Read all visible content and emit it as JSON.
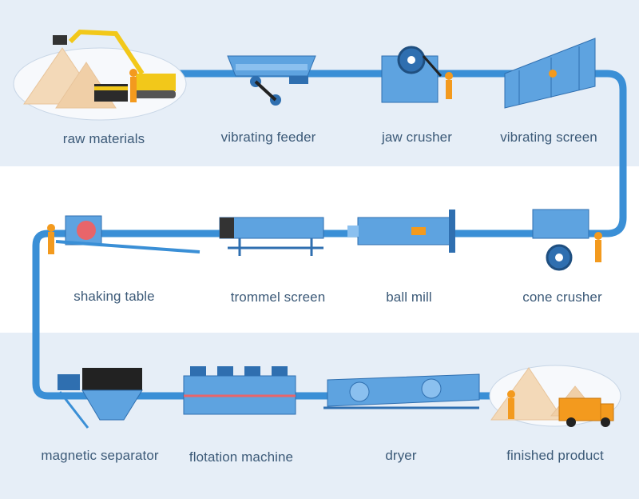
{
  "stages": [
    {
      "id": "raw_materials",
      "label": "raw materials"
    },
    {
      "id": "vibrating_feeder",
      "label": "vibrating feeder"
    },
    {
      "id": "jaw_crusher",
      "label": "jaw crusher"
    },
    {
      "id": "vibrating_screen",
      "label": "vibrating screen"
    },
    {
      "id": "cone_crusher",
      "label": "cone crusher"
    },
    {
      "id": "ball_mill",
      "label": "ball mill"
    },
    {
      "id": "trommel_screen",
      "label": "trommel screen"
    },
    {
      "id": "shaking_table",
      "label": "shaking table"
    },
    {
      "id": "magnetic_separator",
      "label": "magnetic separator"
    },
    {
      "id": "flotation_machine",
      "label": "flotation machine"
    },
    {
      "id": "dryer",
      "label": "dryer"
    },
    {
      "id": "finished_product",
      "label": "finished product"
    }
  ],
  "colors": {
    "band": "#e6eef7",
    "pipe": "#3a8fd6",
    "machine": "#5ea3e0",
    "machine_dark": "#2f6fb0",
    "label": "#3c5a78",
    "worker": "#f39a1e",
    "sand": "#f3d9b8",
    "excavator": "#f2c81a"
  }
}
